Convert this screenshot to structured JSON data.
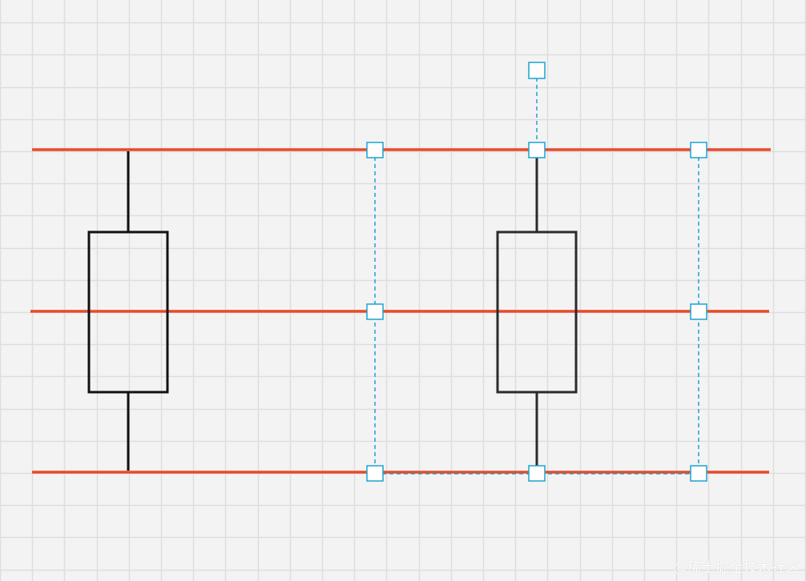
{
  "colors": {
    "background": "#f3f3f3",
    "grid": "#dddddd",
    "guide_line": "#e84a2a",
    "candle_left": "#111111",
    "candle_right": "#2b2b2b",
    "handle": "#1aa3d1"
  },
  "grid": {
    "visible": true
  },
  "diagram": {
    "guide_lines": [
      "top-guide",
      "middle-guide",
      "bottom-guide"
    ],
    "candles": [
      {
        "id": "left-candle",
        "selected": false
      },
      {
        "id": "right-candle",
        "selected": true
      }
    ],
    "selection": {
      "handle_style": "hollow-square",
      "rotate_handle": true
    }
  },
  "watermark": {
    "text": "@稀土掘金技术社区"
  }
}
